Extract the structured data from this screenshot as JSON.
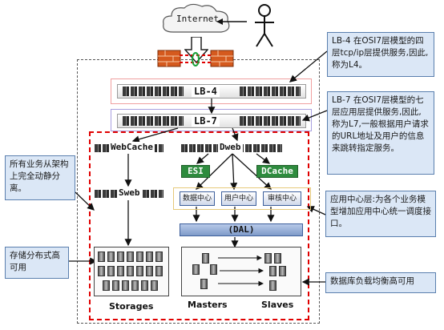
{
  "cloud": {
    "label": "Internet"
  },
  "lb4": {
    "label": "LB-4"
  },
  "lb7": {
    "label": "LB-7"
  },
  "nodes": {
    "webcache": "WebCache",
    "dweb": "Dweb",
    "sweb": "Sweb",
    "esi": "ESI",
    "dcache": "DCache"
  },
  "services": [
    "数据中心",
    "用户中心",
    "审核中心"
  ],
  "dal": "(DAL)",
  "storage": {
    "storages": "Storages",
    "masters": "Masters",
    "slaves": "Slaves"
  },
  "notes": {
    "lb4": "LB-4 在OSI7层模型的四层tcp/ip层提供服务,因此,称为L4。",
    "lb7": "LB-7 在OSI7层模型的七层应用层提供服务,因此,称为L7,一般根据用户请求的URL地址及用户的信息来跳转指定服务。",
    "separation": "所有业务从架构上完全动静分离。",
    "storage": "存储分布式高可用",
    "app_center": "应用中心层:为各个业务模型增加应用中心统一调度接口。",
    "db_balance": "数据库负载均衡高可用"
  },
  "colors": {
    "note_bg": "#dbe7f6",
    "note_border": "#5a7fae",
    "green": "#2e8b3e",
    "red_dashed": "#e00000"
  }
}
